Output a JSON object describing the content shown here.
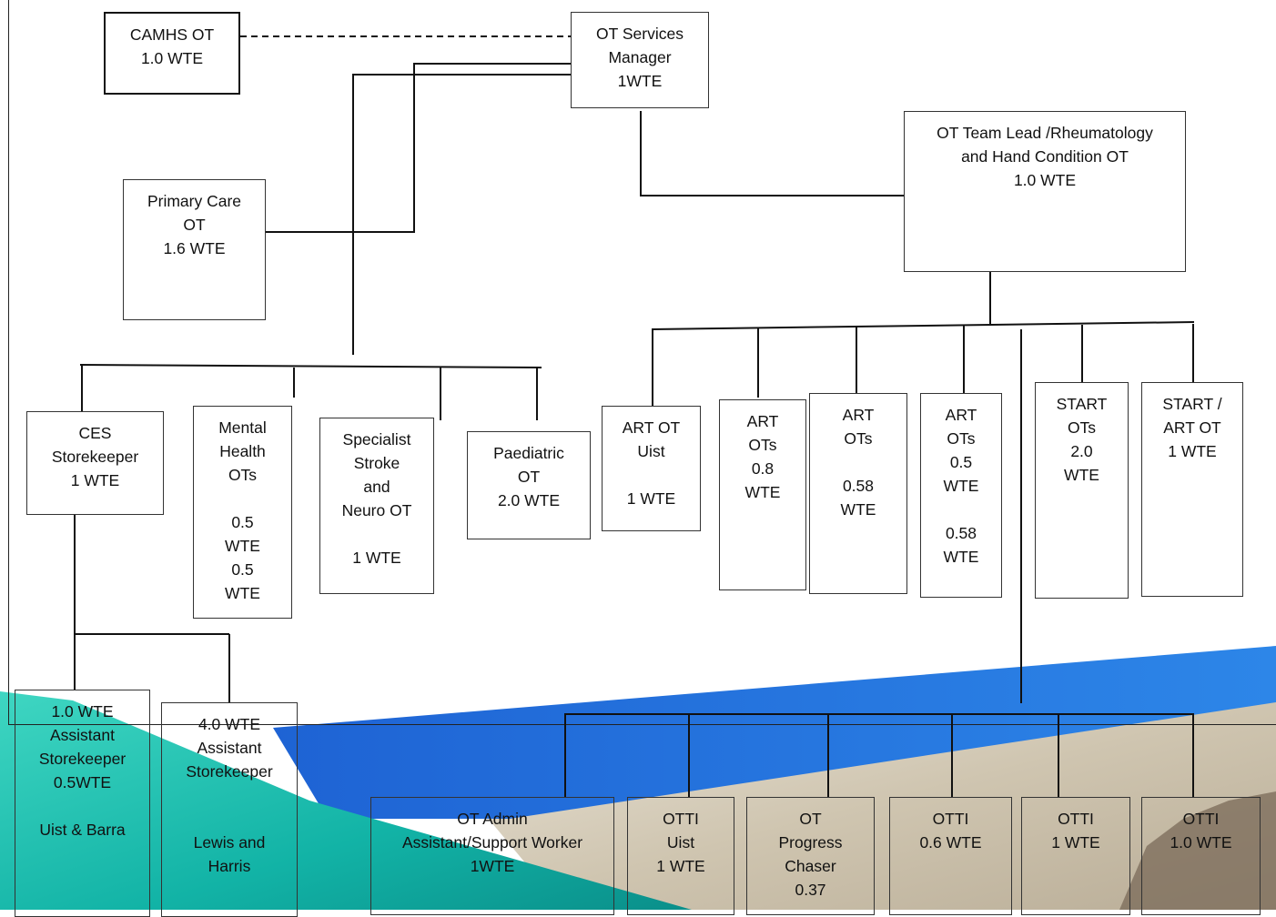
{
  "colors": {
    "accent_blue": "#2f6fd6",
    "accent_teal": "#1ec2b0",
    "sand": "#d9cfbd",
    "line": "#111111"
  },
  "nodes": {
    "camhs": "CAMHS OT\n1.0 WTE",
    "manager": "OT Services\nManager\n1WTE",
    "team_lead": "OT Team Lead /Rheumatology\nand Hand Condition OT\n1.0 WTE",
    "primary_care": "Primary Care\nOT\n1.6 WTE",
    "ces": "CES\nStorekeeper\n1 WTE",
    "mental_health": "Mental\nHealth\nOTs\n\n0.5\nWTE\n0.5\nWTE",
    "stroke": "Specialist\nStroke\nand\nNeuro OT\n\n1 WTE",
    "paediatric": "Paediatric\nOT\n2.0 WTE",
    "art_uist": "ART OT\nUist\n\n1 WTE",
    "art_08": "ART\nOTs\n0.8\nWTE",
    "art_058": "ART\nOTs\n\n0.58\nWTE",
    "art_05": "ART\nOTs\n0.5\nWTE\n\n0.58\nWTE",
    "start_ots": "START\nOTs\n2.0\nWTE",
    "start_art": "START /\nART OT\n1 WTE",
    "asst_uist": "1.0 WTE\nAssistant\nStorekeeper\n0.5WTE\n\nUist & Barra",
    "asst_lewis": "4.0 WTE\nAssistant\nStorekeeper\n\n\nLewis and\nHarris",
    "admin": "OT Admin\nAssistant/Support Worker\n1WTE",
    "otti_uist": "OTTI\nUist\n1 WTE",
    "progress": "OT\nProgress\nChaser\n0.37",
    "otti_06": "OTTI\n0.6 WTE",
    "otti_1": "OTTI\n1 WTE",
    "otti_10": "OTTI\n1.0 WTE"
  }
}
